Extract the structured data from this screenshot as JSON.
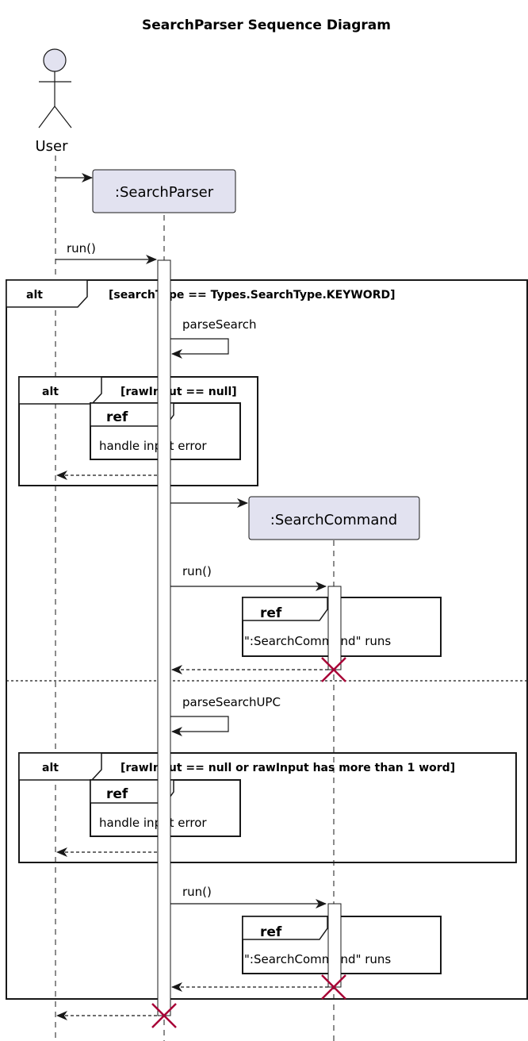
{
  "title": "SearchParser Sequence Diagram",
  "participants": {
    "user": "User",
    "parser": ":SearchParser",
    "command": ":SearchCommand"
  },
  "messages": {
    "run1": "run()",
    "parse_search": "parseSearch",
    "run2": "run()",
    "parse_search_upc": "parseSearchUPC",
    "run3": "run()"
  },
  "fragments": {
    "outer_alt": {
      "keyword": "alt",
      "guard": "[searchType == Types.SearchType.KEYWORD]"
    },
    "inner_alt1": {
      "keyword": "alt",
      "guard": "[rawInput == null]"
    },
    "inner_alt2": {
      "keyword": "alt",
      "guard": "[rawInput == null or rawInput has more than 1 word]"
    }
  },
  "refs": {
    "ref1": {
      "keyword": "ref",
      "text": "handle input error"
    },
    "ref2": {
      "keyword": "ref",
      "text": "\":SearchCommand\" runs"
    },
    "ref3": {
      "keyword": "ref",
      "text": "handle input error"
    },
    "ref4": {
      "keyword": "ref",
      "text": "\":SearchCommand\" runs"
    }
  },
  "colors": {
    "participant_fill": "#e2e2f0",
    "participant_stroke": "#181818",
    "destroy_mark": "#a80036",
    "line": "#181818"
  }
}
